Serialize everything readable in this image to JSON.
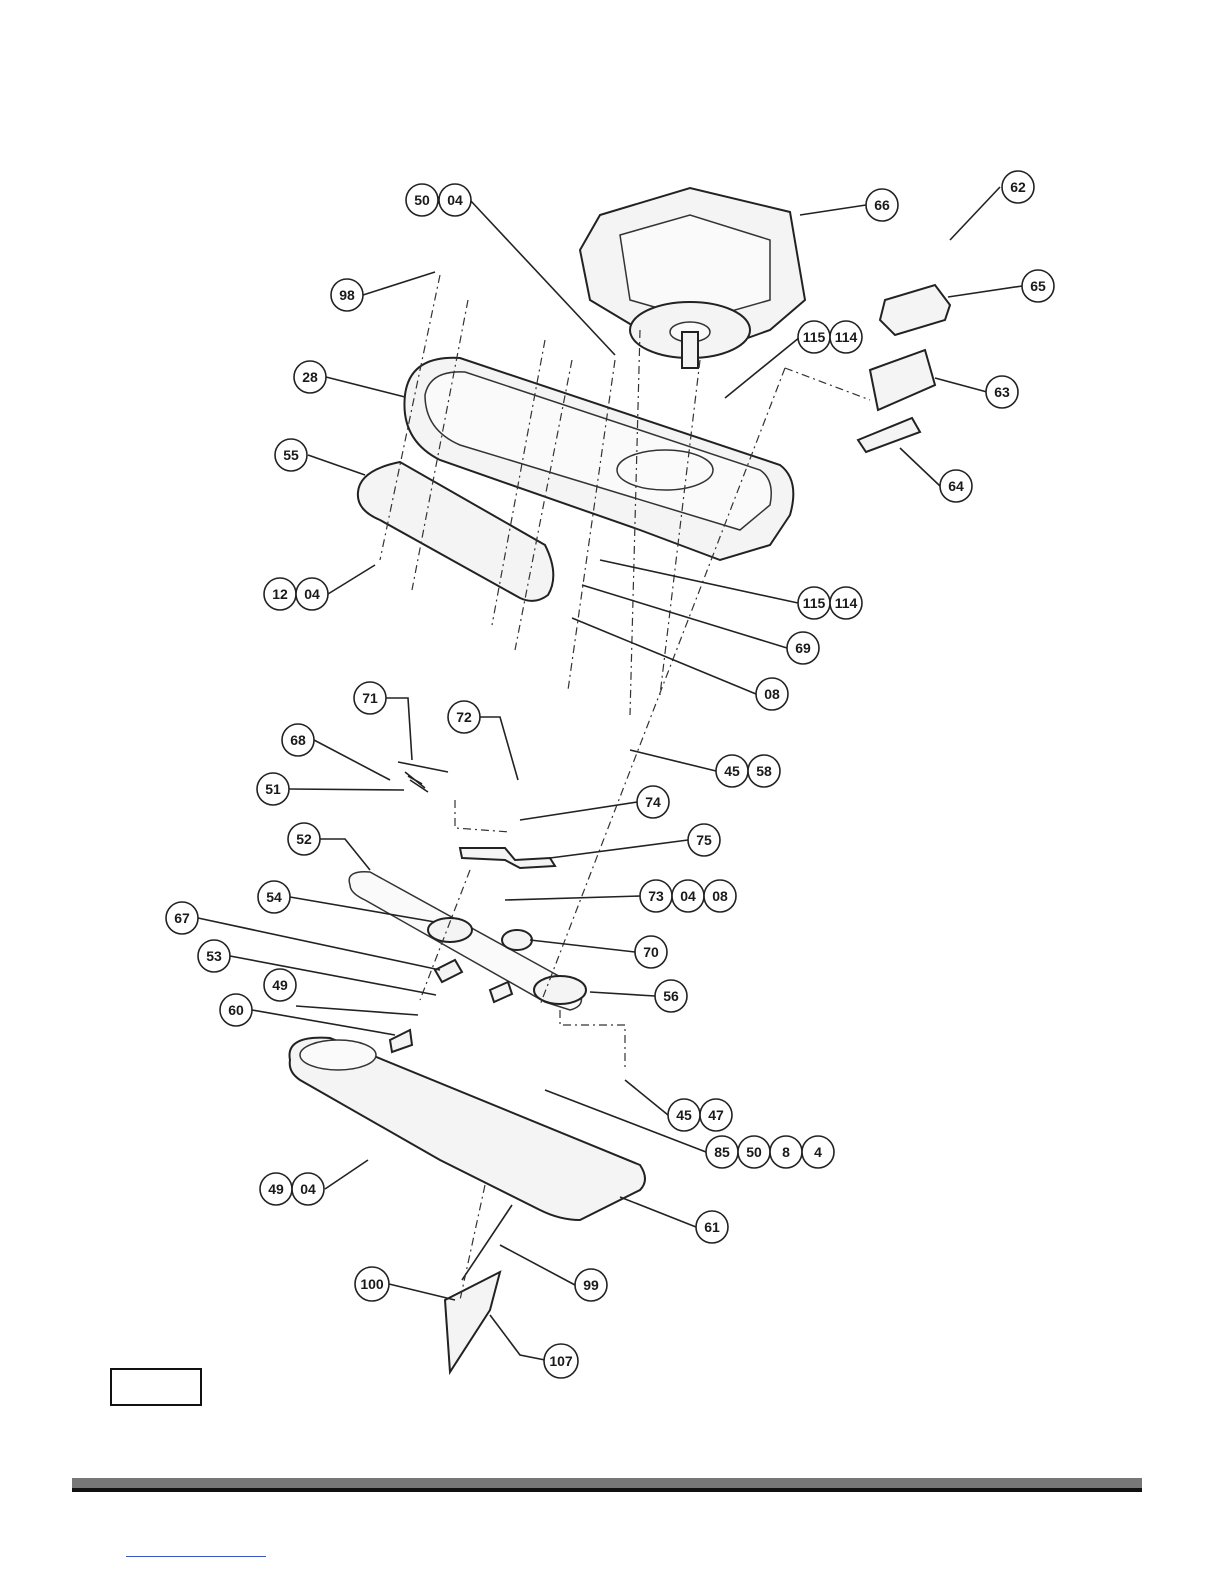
{
  "diagram": {
    "callouts": [
      {
        "id": "c50-04",
        "labels": [
          "50",
          "04"
        ]
      },
      {
        "id": "c66",
        "labels": [
          "66"
        ]
      },
      {
        "id": "c62",
        "labels": [
          "62"
        ]
      },
      {
        "id": "c65",
        "labels": [
          "65"
        ]
      },
      {
        "id": "c98",
        "labels": [
          "98"
        ]
      },
      {
        "id": "c115-114-top",
        "labels": [
          "115",
          "114"
        ]
      },
      {
        "id": "c28",
        "labels": [
          "28"
        ]
      },
      {
        "id": "c63",
        "labels": [
          "63"
        ]
      },
      {
        "id": "c55",
        "labels": [
          "55"
        ]
      },
      {
        "id": "c64",
        "labels": [
          "64"
        ]
      },
      {
        "id": "c12-04",
        "labels": [
          "12",
          "04"
        ]
      },
      {
        "id": "c115-114-bottom",
        "labels": [
          "115",
          "114"
        ]
      },
      {
        "id": "c69",
        "labels": [
          "69"
        ]
      },
      {
        "id": "c08",
        "labels": [
          "08"
        ]
      },
      {
        "id": "c71",
        "labels": [
          "71"
        ]
      },
      {
        "id": "c72",
        "labels": [
          "72"
        ]
      },
      {
        "id": "c68",
        "labels": [
          "68"
        ]
      },
      {
        "id": "c45-58",
        "labels": [
          "45",
          "58"
        ]
      },
      {
        "id": "c51",
        "labels": [
          "51"
        ]
      },
      {
        "id": "c74",
        "labels": [
          "74"
        ]
      },
      {
        "id": "c52",
        "labels": [
          "52"
        ]
      },
      {
        "id": "c75",
        "labels": [
          "75"
        ]
      },
      {
        "id": "c73-04-08",
        "labels": [
          "73",
          "04",
          "08"
        ]
      },
      {
        "id": "c54",
        "labels": [
          "54"
        ]
      },
      {
        "id": "c67",
        "labels": [
          "67"
        ]
      },
      {
        "id": "c70",
        "labels": [
          "70"
        ]
      },
      {
        "id": "c53",
        "labels": [
          "53"
        ]
      },
      {
        "id": "c56",
        "labels": [
          "56"
        ]
      },
      {
        "id": "c49",
        "labels": [
          "49"
        ]
      },
      {
        "id": "c60",
        "labels": [
          "60"
        ]
      },
      {
        "id": "c45-47",
        "labels": [
          "45",
          "47"
        ]
      },
      {
        "id": "c85-50-8-4",
        "labels": [
          "85",
          "50",
          "8",
          "4"
        ]
      },
      {
        "id": "c49-04",
        "labels": [
          "49",
          "04"
        ]
      },
      {
        "id": "c61",
        "labels": [
          "61"
        ]
      },
      {
        "id": "c99",
        "labels": [
          "99"
        ]
      },
      {
        "id": "c100",
        "labels": [
          "100"
        ]
      },
      {
        "id": "c107",
        "labels": [
          "107"
        ]
      }
    ]
  }
}
